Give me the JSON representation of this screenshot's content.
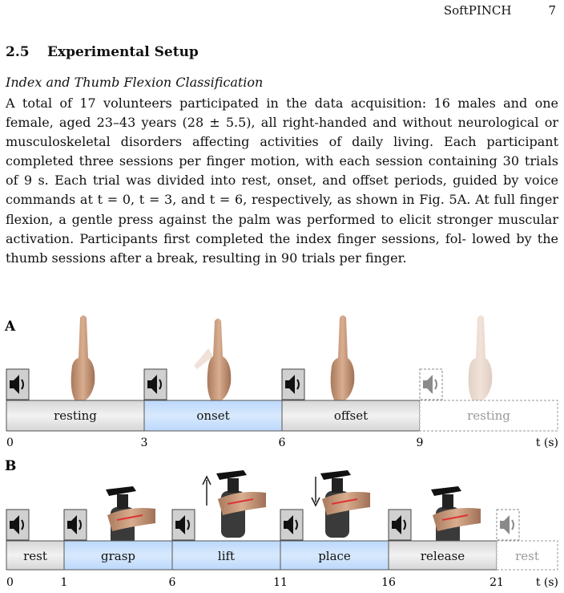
{
  "header": {
    "running_title": "SoftPINCH",
    "page_number": "7"
  },
  "section": {
    "number": "2.5",
    "title": "Experimental Setup"
  },
  "subsection": {
    "title": "Index and Thumb Flexion Classification"
  },
  "paragraph": {
    "lines": [
      "A total of 17 volunteers participated in the data acquisition: 16 males and one",
      "female, aged 23–43 years (28 ± 5.5), all right-handed and without neurological",
      "or musculoskeletal disorders affecting activities of daily living. Each participant",
      "completed three sessions per finger motion, with each session containing 30 trials",
      "of 9 s. Each trial was divided into rest, onset, and offset periods, guided by voice",
      "commands at t = 0, t = 3, and t = 6, respectively, as shown in Fig. 5A. At full",
      "finger flexion, a gentle press against the palm was performed to elicit stronger",
      "muscular activation. Participants first completed the index finger sessions, fol-",
      "lowed by the thumb sessions after a break, resulting in 90 trials per finger."
    ]
  },
  "figure": {
    "panel_a": {
      "label": "A",
      "phases": [
        "resting",
        "onset",
        "offset",
        "resting"
      ],
      "ticks": [
        "0",
        "3",
        "6",
        "9"
      ],
      "axis_label": "t (s)"
    },
    "panel_b": {
      "label": "B",
      "phases": [
        "rest",
        "grasp",
        "lift",
        "place",
        "release",
        "rest"
      ],
      "ticks": [
        "0",
        "1",
        "6",
        "11",
        "16",
        "21"
      ],
      "axis_label": "t (s)"
    },
    "colors": {
      "rest_fill": "#e6e6e6",
      "active_fill": "#c9e0fb",
      "border": "#555555",
      "faded": "#9a9a9a"
    }
  }
}
